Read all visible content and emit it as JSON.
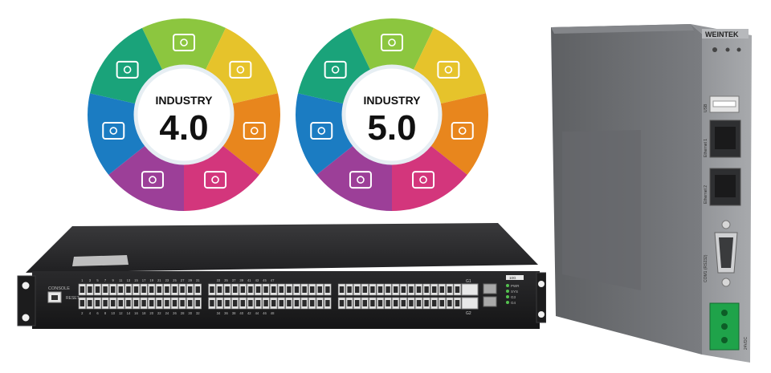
{
  "wheels": [
    {
      "top_label": "INDUSTRY",
      "version": "4.0"
    },
    {
      "top_label": "INDUSTRY",
      "version": "5.0"
    }
  ],
  "segment_colors": [
    "#8cc63f",
    "#e6c32b",
    "#e8861d",
    "#d3367c",
    "#9c3f98",
    "#1b7cc2",
    "#1aa37a"
  ],
  "switch": {
    "console_label": "CONSOLE",
    "reset_label": "RESET",
    "port_numbers_top": [
      "1",
      "3",
      "5",
      "7",
      "9",
      "11",
      "13",
      "15",
      "17",
      "19",
      "21",
      "23",
      "25",
      "27",
      "29",
      "31",
      "33",
      "35",
      "37",
      "39",
      "41",
      "43",
      "45",
      "47"
    ],
    "port_numbers_bottom": [
      "2",
      "4",
      "6",
      "8",
      "10",
      "12",
      "14",
      "16",
      "18",
      "20",
      "22",
      "24",
      "26",
      "28",
      "30",
      "32",
      "34",
      "36",
      "38",
      "40",
      "42",
      "44",
      "46",
      "48"
    ],
    "uplink_labels": [
      "G1",
      "G2"
    ],
    "status_labels": [
      "PWR",
      "SYS",
      "G3",
      "G4"
    ],
    "corner_label": "10G"
  },
  "gateway": {
    "brand": "WEINTEK",
    "interface_labels": [
      "COM1 (RS232)",
      "Ethernet 2",
      "Ethernet 1",
      "USB"
    ],
    "power_label": "24VDC"
  }
}
